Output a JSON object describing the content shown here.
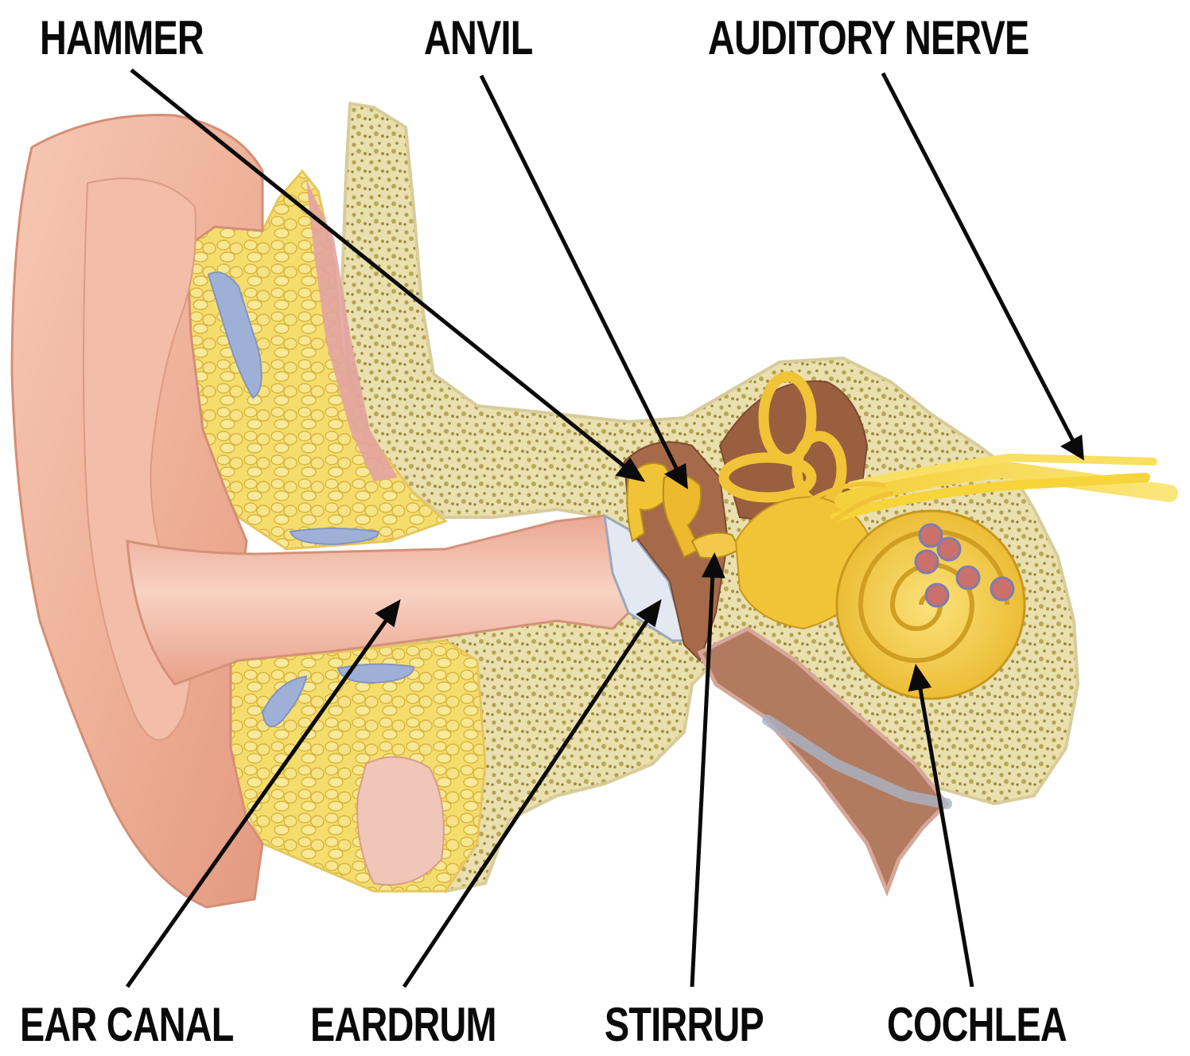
{
  "labels": {
    "hammer": "HAMMER",
    "anvil": "ANVIL",
    "auditory_nerve": "AUDITORY NERVE",
    "ear_canal": "EAR CANAL",
    "eardrum": "EARDRUM",
    "stirrup": "STIRRUP",
    "cochlea": "COCHLEA"
  },
  "colors": {
    "skin": "#f2b7a1",
    "skin_dark": "#e29a80",
    "bone": "#ede2b0",
    "fat": "#f3dc6a",
    "ossicle": "#f0c436",
    "nerve": "#f7d43a",
    "vein": "#9fb0d6",
    "cavity": "#a66a4a",
    "arrow": "#0a0a0a"
  }
}
